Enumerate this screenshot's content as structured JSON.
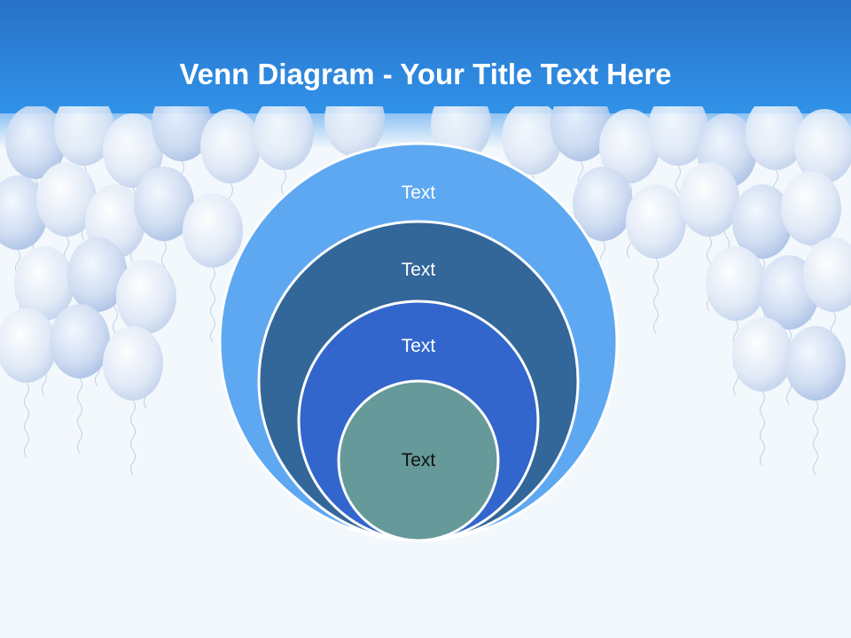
{
  "slide": {
    "title_bold": "Venn Diagram",
    "title_rest": " - Your Title Text Here"
  },
  "colors": {
    "header": "#2d86dc",
    "ring_outer": "#5ea8f2",
    "ring_2": "#336699",
    "ring_3": "#3366cc",
    "center": "#669999",
    "label_light": "#ffffff",
    "label_dark": "#111111"
  },
  "venn": {
    "rings": [
      {
        "label": "Text"
      },
      {
        "label": "Text"
      },
      {
        "label": "Text"
      },
      {
        "label": "Text"
      }
    ]
  },
  "background": {
    "motif": "balloon-cluster"
  }
}
